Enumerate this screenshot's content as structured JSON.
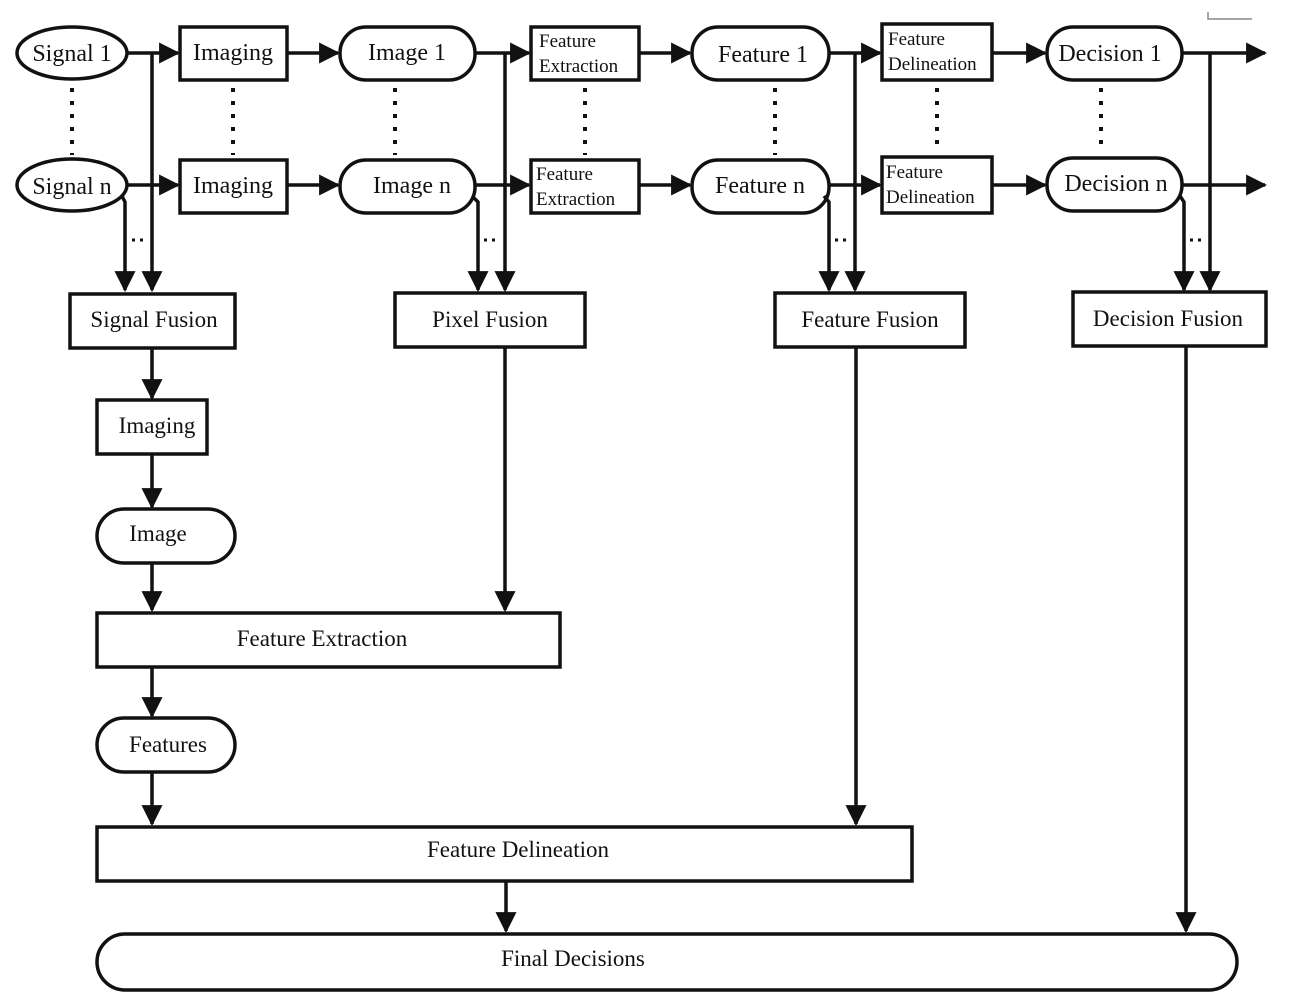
{
  "row1": {
    "signal": "Signal 1",
    "imaging": "Imaging",
    "image": "Image 1",
    "feature_extraction": [
      "Feature",
      "Extraction"
    ],
    "feature": "Feature 1",
    "feature_delineation": [
      "Feature",
      "Delineation"
    ],
    "decision": "Decision 1"
  },
  "rown": {
    "signal": "Signal n",
    "imaging": "Imaging",
    "image": "Image n",
    "feature_extraction": [
      "Feature",
      "Extraction"
    ],
    "feature": "Feature n",
    "feature_delineation": [
      "Feature",
      "Delineation"
    ],
    "decision": "Decision n"
  },
  "fusion": {
    "signal": "Signal Fusion",
    "pixel": "Pixel Fusion",
    "feature": "Feature Fusion",
    "decision": "Decision Fusion"
  },
  "pipeline": {
    "imaging": "Imaging",
    "image": "Image",
    "feature_extraction": "Feature Extraction",
    "features": "Features",
    "feature_delineation": "Feature Delineation",
    "final_decisions": "Final Decisions"
  }
}
